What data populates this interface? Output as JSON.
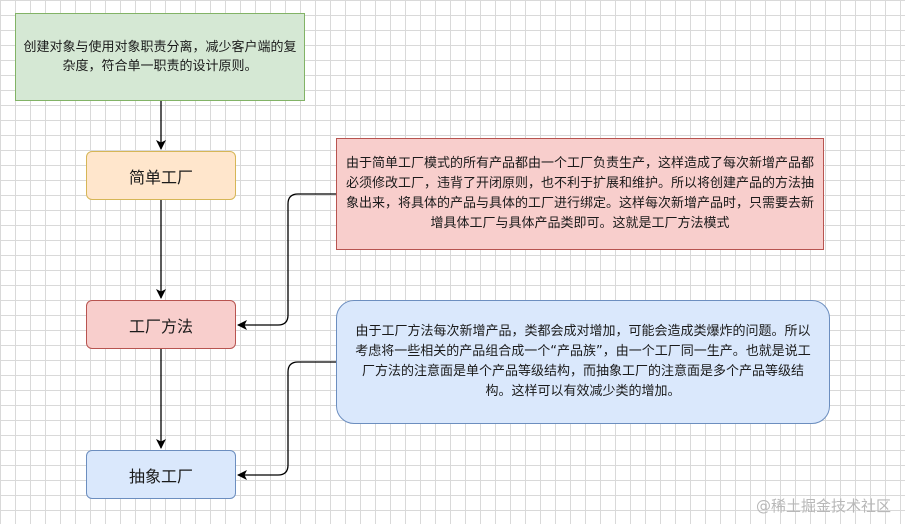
{
  "top_note": "创建对象与使用对象职责分离，减少客户端的复杂度，符合单一职责的设计原则。",
  "nodes": {
    "simple_factory": "简单工厂",
    "factory_method": "工厂方法",
    "abstract_factory": "抽象工厂"
  },
  "factory_method_note": "由于简单工厂模式的所有产品都由一个工厂负责生产，这样造成了每次新增产品都必须修改工厂，违背了开闭原则，也不利于扩展和维护。所以将创建产品的方法抽象出来，将具体的产品与具体的工厂进行绑定。这样每次新增产品时，只需要去新增具体工厂与具体产品类即可。这就是工厂方法模式",
  "abstract_factory_note": "由于工厂方法每次新增产品，类都会成对增加，可能会造成类爆炸的问题。所以考虑将一些相关的产品组合成一个“产品族”，由一个工厂同一生产。也就是说工厂方法的注意面是单个产品等级结构，而抽象工厂的注意面是多个产品等级结构。这样可以有效减少类的增加。",
  "watermark": "@稀土掘金技术社区",
  "colors": {
    "green_fill": "#d5e8d4",
    "orange_fill": "#ffe6cc",
    "red_fill": "#f8cecc",
    "blue_fill": "#dae8fc"
  }
}
